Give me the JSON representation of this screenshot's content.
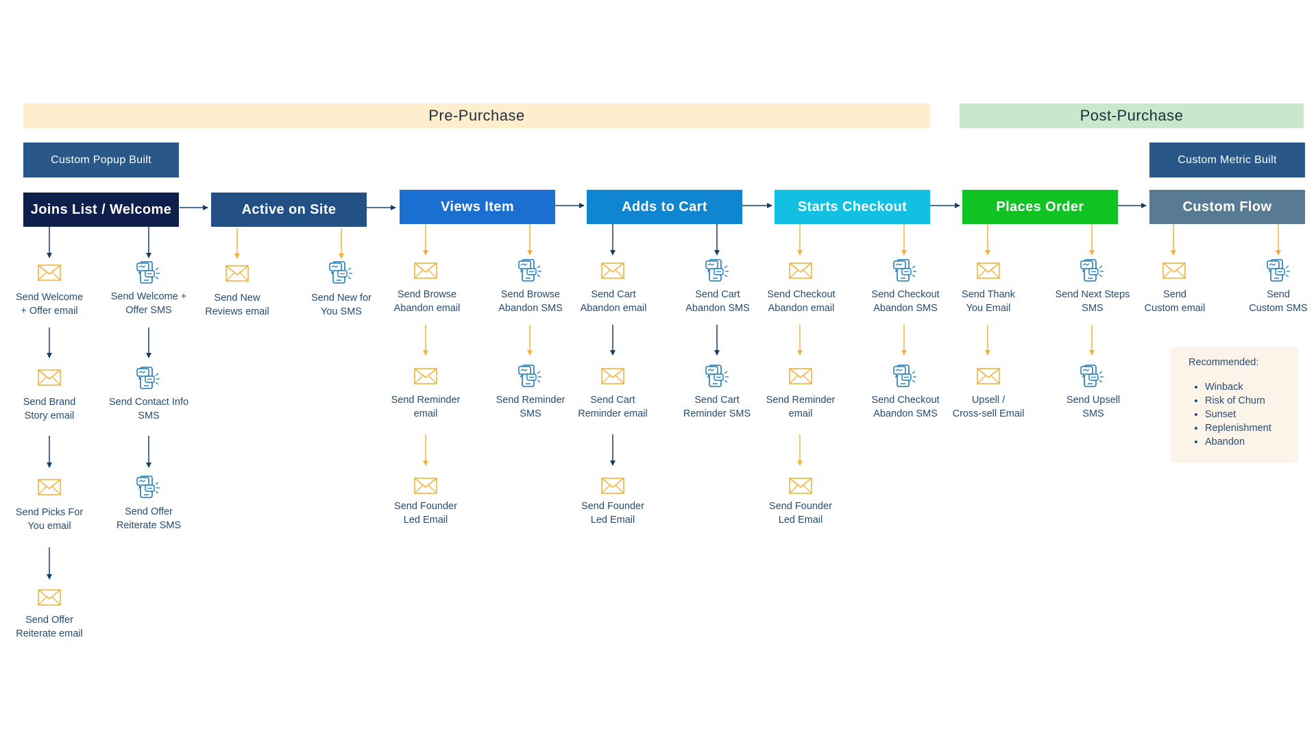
{
  "phases": {
    "pre": "Pre-Purchase",
    "post": "Post-Purchase"
  },
  "built": {
    "popup": "Custom Popup Built",
    "metric": "Custom Metric Built"
  },
  "stages": [
    {
      "label": "Joins List / Welcome",
      "color": "#0d1f4a"
    },
    {
      "label": "Active on Site",
      "color": "#224f84"
    },
    {
      "label": "Views Item",
      "color": "#1a6fd0"
    },
    {
      "label": "Adds to Cart",
      "color": "#0f86cf"
    },
    {
      "label": "Starts Checkout",
      "color": "#12c0e3"
    },
    {
      "label": "Places Order",
      "color": "#11c322"
    },
    {
      "label": "Custom Flow",
      "color": "#587b93"
    }
  ],
  "actions": {
    "welcome_offer_email": "Send Welcome\n+ Offer email",
    "welcome_offer_sms": "Send Welcome +\nOffer SMS",
    "brand_story_email": "Send Brand\nStory email",
    "contact_info_sms": "Send Contact Info\nSMS",
    "picks_for_you_email": "Send Picks For\nYou email",
    "offer_reiterate_sms": "Send Offer\nReiterate SMS",
    "offer_reiterate_email": "Send Offer\nReiterate email",
    "new_reviews_email": "Send New\nReviews email",
    "new_for_you_sms": "Send New for\nYou SMS",
    "browse_abandon_email": "Send Browse\nAbandon email",
    "browse_abandon_sms": "Send Browse\nAbandon SMS",
    "browse_reminder_email": "Send Reminder\nemail",
    "browse_reminder_sms": "Send Reminder\nSMS",
    "browse_founder_email": "Send Founder\nLed Email",
    "cart_abandon_email": "Send Cart\nAbandon email",
    "cart_abandon_sms": "Send Cart\nAbandon SMS",
    "cart_reminder_email": "Send Cart\nReminder email",
    "cart_reminder_sms": "Send Cart\nReminder SMS",
    "cart_founder_email": "Send Founder\nLed Email",
    "checkout_abandon_email": "Send Checkout\nAbandon email",
    "checkout_abandon_sms": "Send Checkout\nAbandon SMS",
    "checkout_reminder_email": "Send Reminder\nemail",
    "checkout_abandon_sms_2": "Send Checkout\nAbandon SMS",
    "checkout_founder_email": "Send Founder\nLed Email",
    "thank_you_email": "Send Thank\nYou Email",
    "next_steps_sms": "Send Next Steps\nSMS",
    "upsell_email": "Upsell /\nCross-sell Email",
    "upsell_sms": "Send Upsell\nSMS",
    "custom_email": "Send\nCustom email",
    "custom_sms": "Send\nCustom SMS"
  },
  "recommended": {
    "title": "Recommended:",
    "items": [
      "Winback",
      "Risk of Churn",
      "Sunset",
      "Replenishment",
      "Abandon"
    ]
  },
  "colors": {
    "arrow_dark": "#173e6a",
    "arrow_orange": "#f0b23b",
    "icon_email": "#f0b23b",
    "icon_sms": "#1878b6"
  },
  "icons": {
    "email": "envelope-icon",
    "sms": "phone-chat-icon"
  }
}
